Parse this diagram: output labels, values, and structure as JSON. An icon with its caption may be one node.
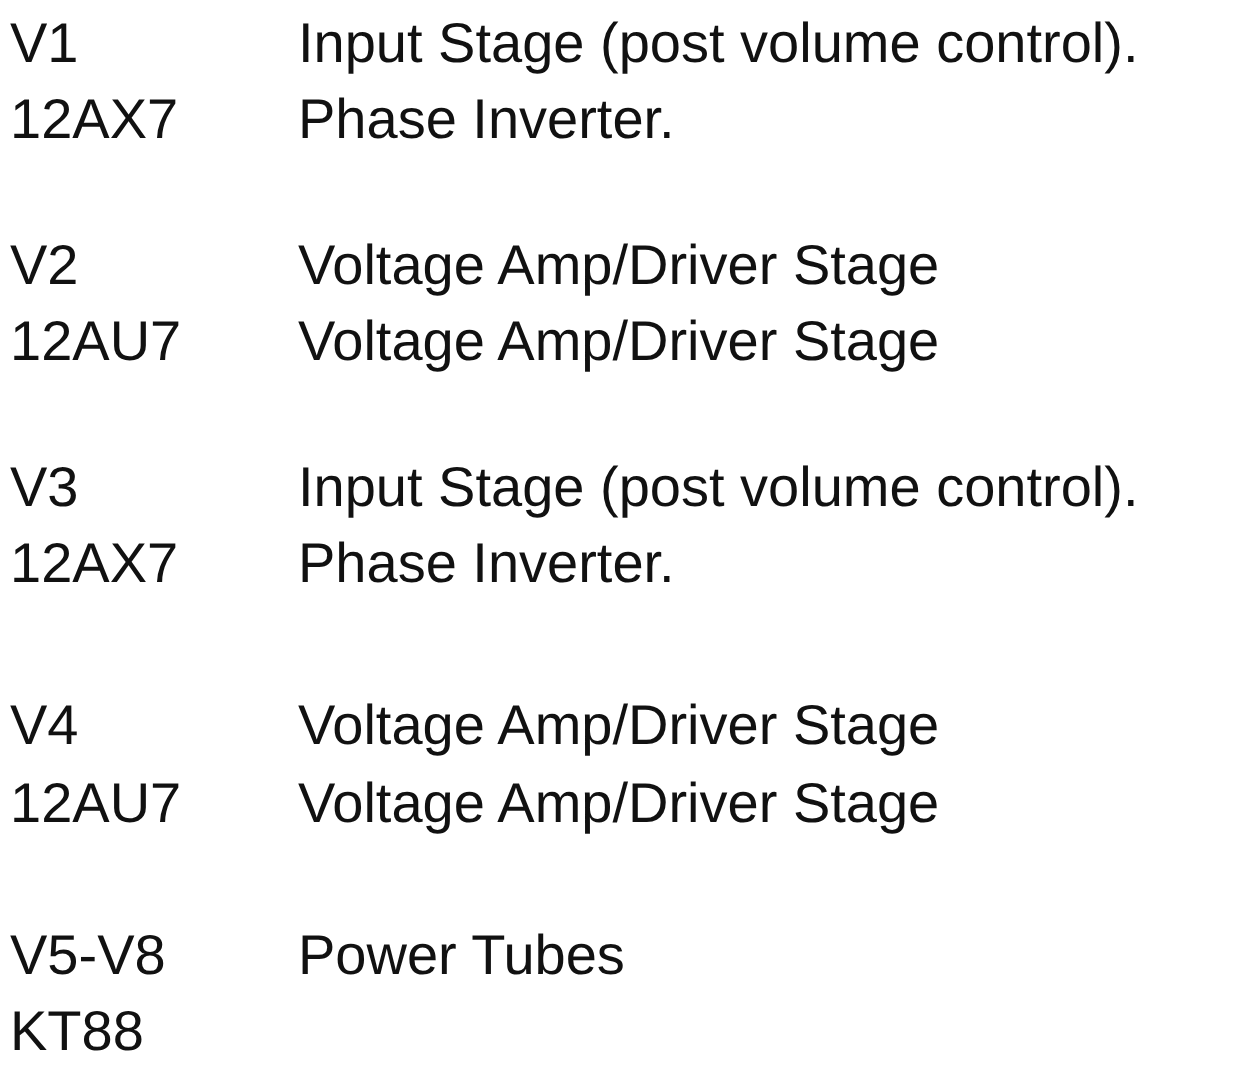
{
  "diagram": {
    "labels": [
      "V1",
      "Input Stage (post volume control).",
      "12AX7",
      "Phase Inverter.",
      "V2",
      "Voltage Amp/Driver Stage",
      "12AU7",
      "Voltage Amp/Driver Stage",
      "V3",
      "Input Stage (post volume control).",
      "12AX7",
      "Phase Inverter.",
      "V4",
      "Voltage Amp/Driver Stage",
      "12AU7",
      "Voltage Amp/Driver Stage",
      "V5-V8",
      "Power Tubes",
      "KT88"
    ]
  }
}
